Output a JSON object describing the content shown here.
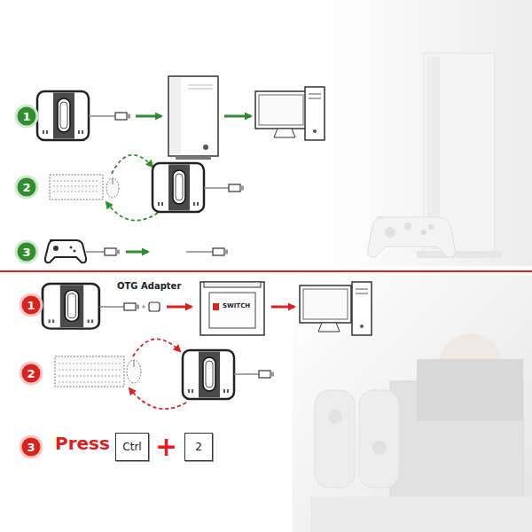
{
  "diagram": {
    "nodes": [
      {
        "text": [
          "1"
        ]
      },
      {
        "text": [
          "2"
        ]
      },
      {
        "text": [
          "3"
        ]
      },
      {
        "text": [
          "1"
        ]
      },
      {
        "text": [
          "2"
        ]
      },
      {
        "text": [
          "3"
        ]
      },
      {
        "text": [
          "Ctrl"
        ]
      },
      {
        "text": [
          "2"
        ]
      }
    ],
    "labels": [
      "OTG Adapter",
      "SWITCH",
      "Press",
      "+"
    ]
  }
}
